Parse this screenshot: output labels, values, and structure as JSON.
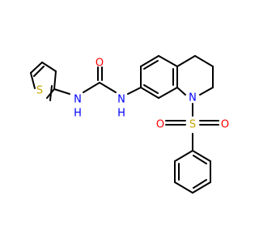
{
  "molecule": {
    "atoms": {
      "o_urea": {
        "text": "O",
        "color": "#ff0000"
      },
      "nh_left": {
        "text": "H",
        "color": "#0000ff"
      },
      "n_left": {
        "text": "N",
        "color": "#0000ff"
      },
      "nh_right": {
        "text": "H",
        "color": "#0000ff"
      },
      "n_right": {
        "text": "N",
        "color": "#0000ff"
      },
      "s_thiophene": {
        "text": "S",
        "color": "#c8a400"
      },
      "n_ring": {
        "text": "N",
        "color": "#0000ff"
      },
      "s_sulfonyl": {
        "text": "S",
        "color": "#c8a400"
      },
      "o_sulfonyl_left": {
        "text": "O",
        "color": "#ff0000"
      },
      "o_sulfonyl_right": {
        "text": "O",
        "color": "#ff0000"
      }
    }
  }
}
